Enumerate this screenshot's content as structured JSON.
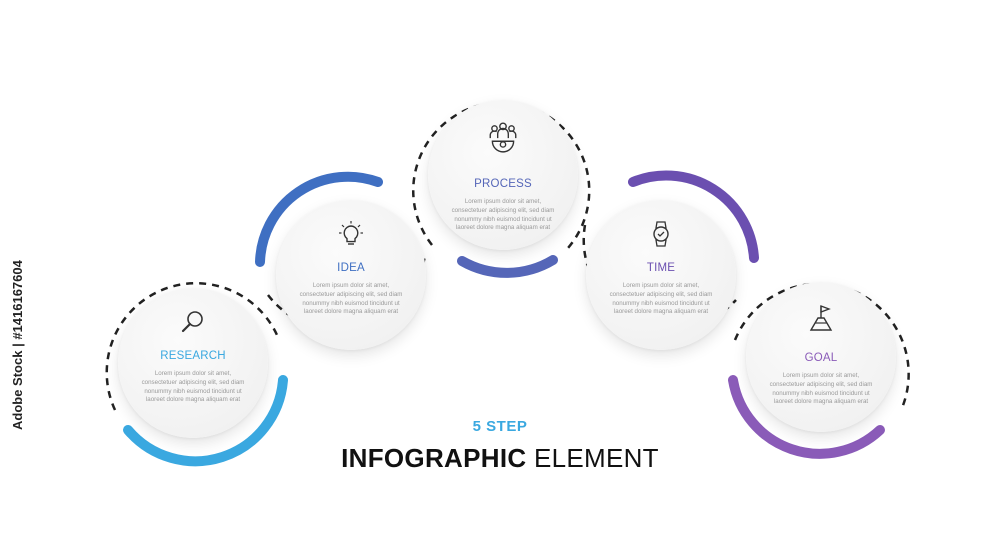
{
  "header": {
    "step_count": "5 STEP",
    "title_bold": "INFOGRAPHIC",
    "title_rest": " ELEMENT"
  },
  "steps": [
    {
      "label": "RESEARCH",
      "color": "#3aa8e0",
      "icon": "magnifier-icon",
      "body": "Lorem ipsum dolor sit amet, consectetuer adipiscing elit, sed diam nonummy nibh euismod tincidunt ut laoreet dolore magna aliquam erat"
    },
    {
      "label": "IDEA",
      "color": "#3f6fc2",
      "icon": "lightbulb-icon",
      "body": "Lorem ipsum dolor sit amet, consectetuer adipiscing elit, sed diam nonummy nibh euismod tincidunt ut laoreet dolore magna aliquam erat"
    },
    {
      "label": "PROCESS",
      "color": "#5566b8",
      "icon": "team-gear-icon",
      "body": "Lorem ipsum dolor sit amet, consectetuer adipiscing elit, sed diam nonummy nibh euismod tincidunt ut laoreet dolore magna aliquam erat"
    },
    {
      "label": "TIME",
      "color": "#6b4fb0",
      "icon": "wristwatch-icon",
      "body": "Lorem ipsum dolor sit amet, consectetuer adipiscing elit, sed diam nonummy nibh euismod tincidunt ut laoreet dolore magna aliquam erat"
    },
    {
      "label": "GOAL",
      "color": "#8a5bb8",
      "icon": "flag-mountain-icon",
      "body": "Lorem ipsum dolor sit amet, consectetuer adipiscing elit, sed diam nonummy nibh euismod tincidunt ut laoreet dolore magna aliquam erat"
    }
  ],
  "stock_id": "Adobe Stock | #1416167604"
}
